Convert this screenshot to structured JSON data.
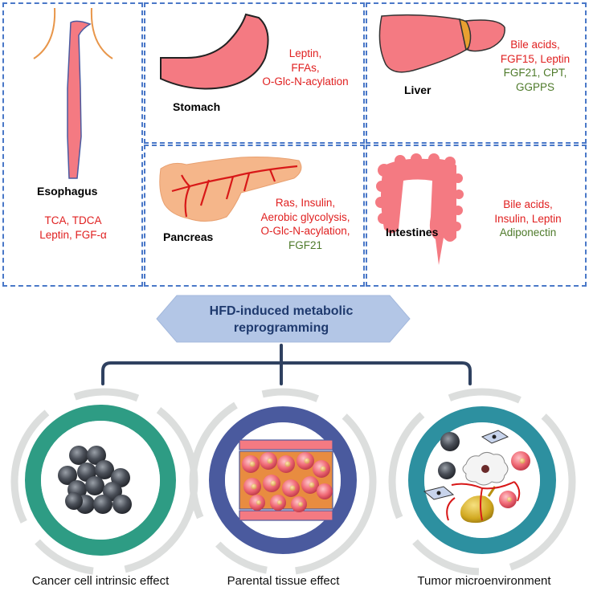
{
  "organs": {
    "esophagus": {
      "name": "Esophagus",
      "factors": [
        {
          "text": "TCA, TDCA",
          "color": "red"
        },
        {
          "text": "Leptin, FGF-α",
          "color": "red"
        }
      ]
    },
    "stomach": {
      "name": "Stomach",
      "factors": [
        {
          "text": "Leptin,",
          "color": "red"
        },
        {
          "text": "FFAs,",
          "color": "red"
        },
        {
          "text": "O-Glc-N-acylation",
          "color": "red"
        }
      ]
    },
    "liver": {
      "name": "Liver",
      "factors": [
        {
          "text": "Bile acids,",
          "color": "red"
        },
        {
          "text": "FGF15, Leptin",
          "color": "red"
        },
        {
          "text": "FGF21, CPT,",
          "color": "green"
        },
        {
          "text": "GGPPS",
          "color": "green"
        }
      ]
    },
    "pancreas": {
      "name": "Pancreas",
      "factors": [
        {
          "text": "Ras, Insulin,",
          "color": "red"
        },
        {
          "text": "Aerobic glycolysis,",
          "color": "red"
        },
        {
          "text": "O-Glc-N-acylation,",
          "color": "red"
        },
        {
          "text": "FGF21",
          "color": "green"
        }
      ]
    },
    "intestines": {
      "name": "Intestines",
      "factors": [
        {
          "text": "Bile acids,",
          "color": "red"
        },
        {
          "text": "Insulin, Leptin",
          "color": "red"
        },
        {
          "text": "Adiponectin",
          "color": "green"
        }
      ]
    }
  },
  "banner": {
    "line1": "HFD-induced metabolic",
    "line2": "reprogramming"
  },
  "effects": [
    {
      "label": "Cancer cell intrinsic effect"
    },
    {
      "label": "Parental tissue effect"
    },
    {
      "label": "Tumor microenvironment"
    }
  ],
  "colors": {
    "panel_border": "#4a78c8",
    "red_text": "#e02020",
    "green_text": "#4e7a2a",
    "banner_fill": "#b3c6e6",
    "connector": "#2f4160",
    "ring_green": "#2e9c84",
    "ring_blue": "#4a5a9e",
    "ring_teal": "#2d90a0",
    "organ_pink": "#f47a82"
  }
}
